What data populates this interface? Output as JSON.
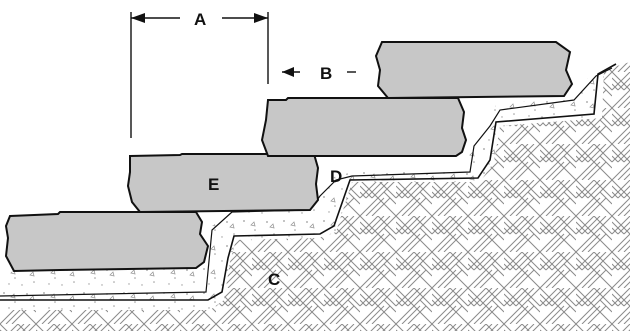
{
  "labels": {
    "a": "A",
    "b": "B",
    "c": "C",
    "d": "D",
    "e": "E"
  },
  "colors": {
    "stone": "#c7c7c7",
    "outline": "#111111",
    "hatch": "#8a8a8a",
    "sand_dots": "#9a9a9a"
  }
}
